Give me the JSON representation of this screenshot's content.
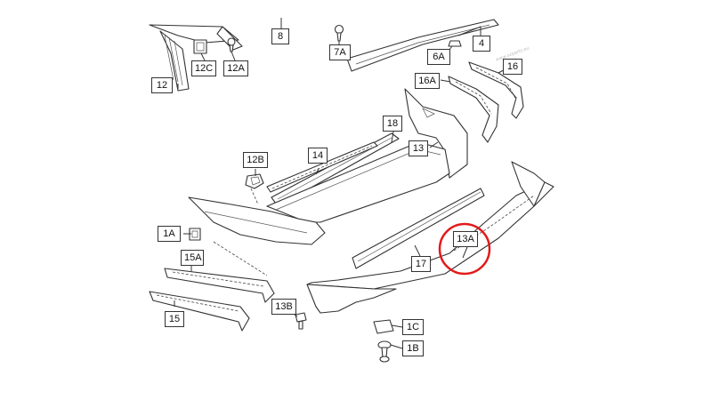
{
  "diagram": {
    "callouts": [
      {
        "id": "c8",
        "label": "8"
      },
      {
        "id": "c7a",
        "label": "7A"
      },
      {
        "id": "c4",
        "label": "4"
      },
      {
        "id": "c6a",
        "label": "6A"
      },
      {
        "id": "c12c",
        "label": "12C"
      },
      {
        "id": "c12a",
        "label": "12A"
      },
      {
        "id": "c16",
        "label": "16"
      },
      {
        "id": "c16a",
        "label": "16A"
      },
      {
        "id": "c12",
        "label": "12"
      },
      {
        "id": "c18",
        "label": "18"
      },
      {
        "id": "c13",
        "label": "13"
      },
      {
        "id": "c12b",
        "label": "12B"
      },
      {
        "id": "c14",
        "label": "14"
      },
      {
        "id": "c1a",
        "label": "1A"
      },
      {
        "id": "c13a",
        "label": "13A"
      },
      {
        "id": "c15a",
        "label": "15A"
      },
      {
        "id": "c17",
        "label": "17"
      },
      {
        "id": "c13b",
        "label": "13B"
      },
      {
        "id": "c15",
        "label": "15"
      },
      {
        "id": "c1c",
        "label": "1C"
      },
      {
        "id": "c1b",
        "label": "1B"
      }
    ],
    "highlight": {
      "target": "13A",
      "color": "#e21a1a"
    },
    "watermark": "www.ozparts.eu"
  }
}
